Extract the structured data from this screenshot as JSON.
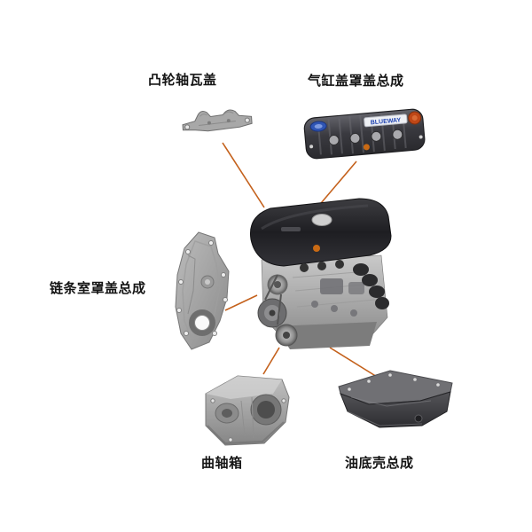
{
  "diagram": {
    "type": "engine-parts-callout-diagram",
    "connector_color": "#c4611c",
    "parts": {
      "camshaft_cap": {
        "label": "凸轮轴瓦盖"
      },
      "valve_cover": {
        "label": "气缸盖罩盖总成",
        "brand_marking": "BLUEWAY"
      },
      "chain_cover": {
        "label": "链条室罩盖总成"
      },
      "crankcase": {
        "label": "曲轴箱"
      },
      "oil_pan": {
        "label": "油底壳总成"
      }
    }
  }
}
